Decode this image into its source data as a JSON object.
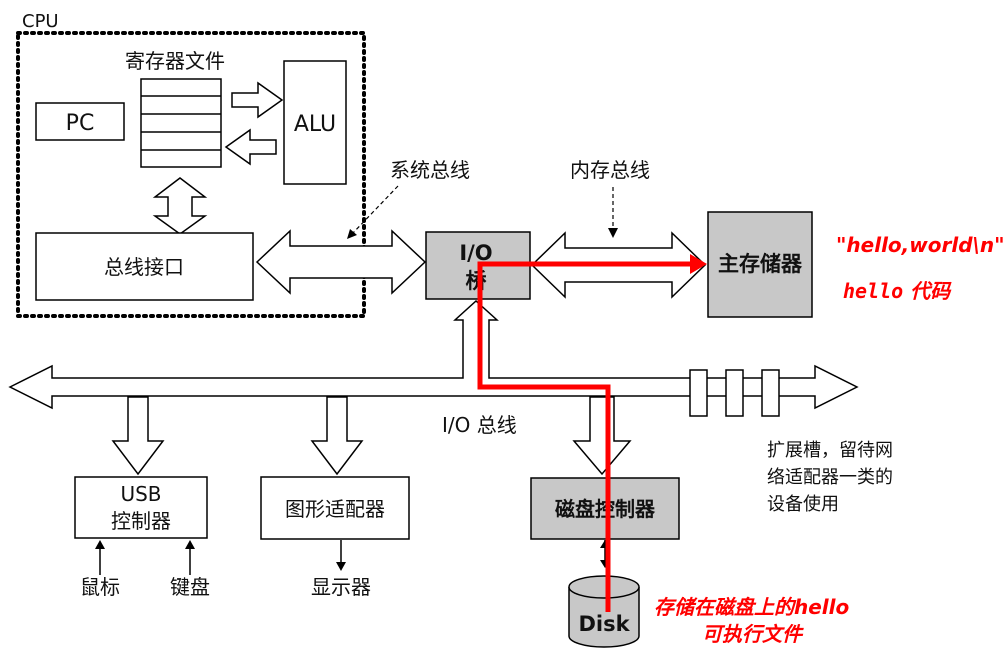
{
  "labels": {
    "cpu": "CPU",
    "register_file": "寄存器文件",
    "pc": "PC",
    "alu": "ALU",
    "bus_interface": "总线接口",
    "system_bus": "系统总线",
    "memory_bus": "内存总线",
    "io_bridge_line1": "I/O",
    "io_bridge_line2": "桥",
    "main_memory": "主存储器",
    "io_bus": "I/O 总线",
    "usb_line1": "USB",
    "usb_line2": "控制器",
    "graphics_adapter": "图形适配器",
    "disk_controller": "磁盘控制器",
    "mouse": "鼠标",
    "keyboard": "键盘",
    "display": "显示器",
    "disk": "Disk",
    "expansion_line1": "扩展槽，留待网",
    "expansion_line2": "络适配器一类的",
    "expansion_line3": "设备使用"
  },
  "annotations": {
    "hello_string": "\"hello,world\\n\"",
    "hello_code_word": "hello",
    "hello_code_suffix": " 代码",
    "stored_line1": "存储在磁盘上的hello",
    "stored_line2": "可执行文件"
  },
  "colors": {
    "highlight_path": "#ff0000",
    "gray_box": "#c8c8c8",
    "outline": "#000000"
  }
}
